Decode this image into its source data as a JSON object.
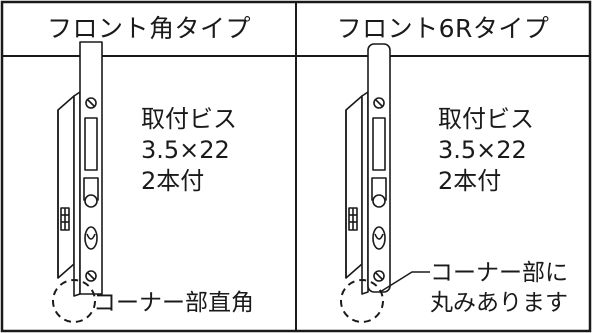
{
  "panels": [
    {
      "title": "フロント角タイプ",
      "spec": [
        "取付ビス",
        "3.5×22",
        "2本付"
      ],
      "note": [
        "コーナー部直角"
      ]
    },
    {
      "title": "フロント6Rタイプ",
      "spec": [
        "取付ビス",
        "3.5×22",
        "2本付"
      ],
      "note": [
        "コーナー部に",
        "丸みあります"
      ]
    }
  ],
  "colors": {
    "line": "#1a1a1a",
    "background": "#ffffff"
  }
}
